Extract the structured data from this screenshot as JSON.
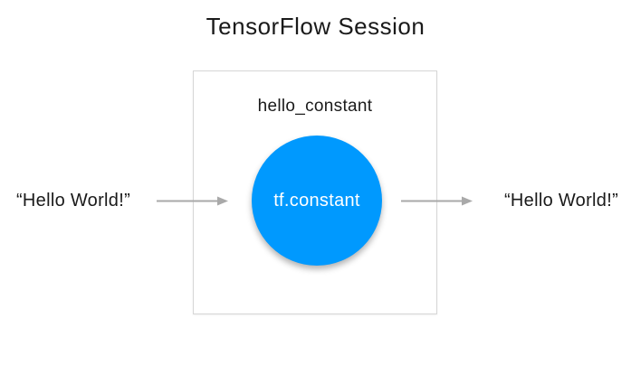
{
  "title": "TensorFlow Session",
  "diagram": {
    "box_label": "hello_constant",
    "node_label": "tf.constant",
    "input_label": "“Hello World!”",
    "output_label": "“Hello World!”",
    "colors": {
      "node_fill": "#0099fe",
      "node_text": "#ffffff",
      "arrow": "#a9a9a9",
      "box_border": "#d6d6d6",
      "text": "#1a1a1a"
    }
  }
}
